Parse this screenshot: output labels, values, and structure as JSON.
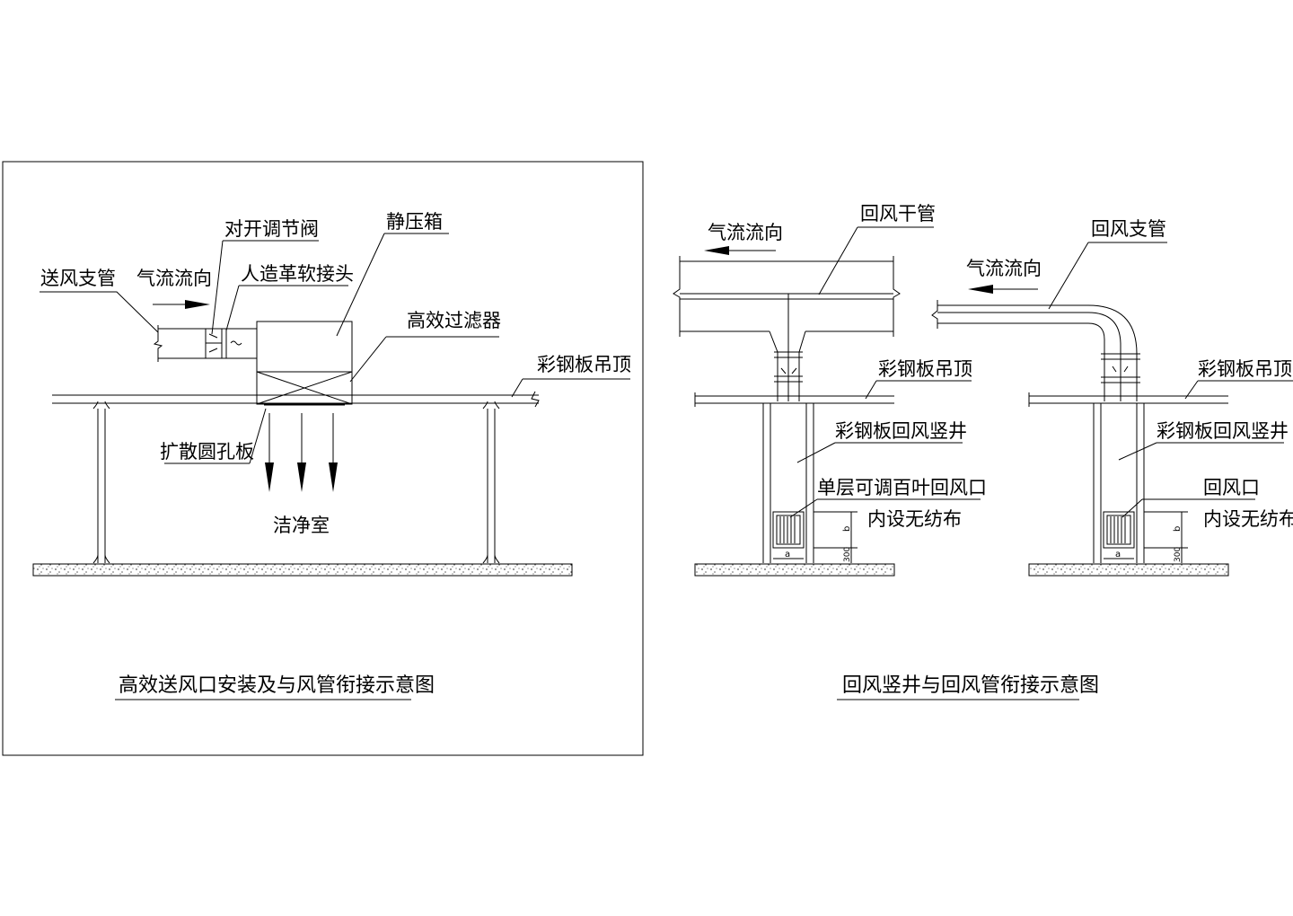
{
  "left": {
    "title": "高效送风口安装及与风管衔接示意图",
    "labels": {
      "supply_branch": "送风支管",
      "airflow": "气流流向",
      "damper": "对开调节阀",
      "leather_joint": "人造革软接头",
      "plenum": "静压箱",
      "hepa": "高效过滤器",
      "ceiling": "彩钢板吊顶",
      "diffuser": "扩散圆孔板",
      "cleanroom": "洁净室"
    }
  },
  "right": {
    "title": "回风竖井与回风管衔接示意图",
    "a": {
      "main_duct": "回风干管",
      "airflow": "气流流向",
      "ceiling": "彩钢板吊顶",
      "shaft": "彩钢板回风竖井",
      "grille_line1": "单层可调百叶回风口",
      "grille_line2": "内设无纺布",
      "dim": "300",
      "dim_b": "b",
      "dim_a": "a"
    },
    "b": {
      "branch_duct": "回风支管",
      "airflow": "气流流向",
      "ceiling": "彩钢板吊顶",
      "shaft": "彩钢板回风竖井",
      "grille_line1": "回风口",
      "grille_line2": "内设无纺布",
      "dim": "300",
      "dim_b": "b",
      "dim_a": "a"
    }
  }
}
